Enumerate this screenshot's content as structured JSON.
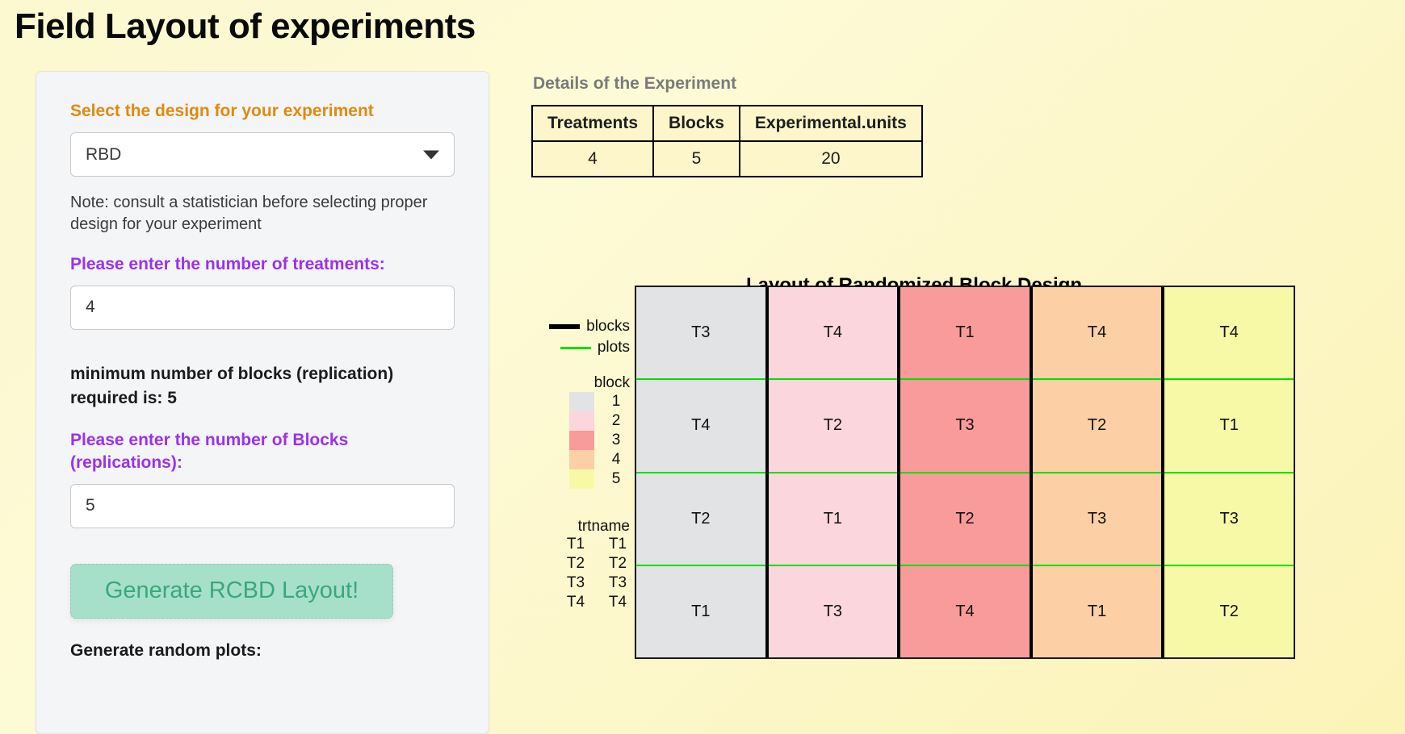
{
  "page": {
    "title": "Field Layout of experiments"
  },
  "sidebar": {
    "design_label": "Select the design for your experiment",
    "design_value": "RBD",
    "design_options": [
      "RBD"
    ],
    "note": "Note: consult a statistician before selecting proper design for your experiment",
    "treatments_label": "Please enter the number of treatments:",
    "treatments_value": "4",
    "min_blocks_text": "minimum number of blocks (replication) required is: 5",
    "blocks_label": "Please enter the number of Blocks (replications):",
    "blocks_value": "5",
    "generate_button": "Generate RCBD Layout!",
    "random_plots_label": "Generate random plots:"
  },
  "details": {
    "heading": "Details of the Experiment",
    "columns": [
      "Treatments",
      "Blocks",
      "Experimental.units"
    ],
    "row": [
      "4",
      "5",
      "20"
    ]
  },
  "chart_data": {
    "type": "heatmap",
    "title": "Layout of Randomized Block Design",
    "xlabel": "",
    "ylabel": "",
    "grid": true,
    "legend_position": "left",
    "line_legend": [
      {
        "label": "blocks",
        "color": "#000000",
        "width": 6
      },
      {
        "label": "plots",
        "color": "#00E000",
        "width": 3
      }
    ],
    "block_legend_title": "block",
    "block_legend": [
      {
        "label": "1",
        "color": "#E2E3E5"
      },
      {
        "label": "2",
        "color": "#FBD6DC"
      },
      {
        "label": "3",
        "color": "#F99B9B"
      },
      {
        "label": "4",
        "color": "#FCCFA4"
      },
      {
        "label": "5",
        "color": "#F7F9A7"
      }
    ],
    "trt_legend_title": "trtname",
    "trt_legend": [
      {
        "a": "T1",
        "b": "T1"
      },
      {
        "a": "T2",
        "b": "T2"
      },
      {
        "a": "T3",
        "b": "T3"
      },
      {
        "a": "T4",
        "b": "T4"
      }
    ],
    "blocks": [
      {
        "block": "1",
        "color": "#E2E3E5",
        "plots": [
          "T3",
          "T4",
          "T2",
          "T1"
        ]
      },
      {
        "block": "2",
        "color": "#FBD6DC",
        "plots": [
          "T4",
          "T2",
          "T1",
          "T3"
        ]
      },
      {
        "block": "3",
        "color": "#F99B9B",
        "plots": [
          "T1",
          "T3",
          "T2",
          "T4"
        ]
      },
      {
        "block": "4",
        "color": "#FCCFA4",
        "plots": [
          "T4",
          "T2",
          "T3",
          "T1"
        ]
      },
      {
        "block": "5",
        "color": "#F7F9A7",
        "plots": [
          "T4",
          "T1",
          "T3",
          "T2"
        ]
      }
    ]
  }
}
